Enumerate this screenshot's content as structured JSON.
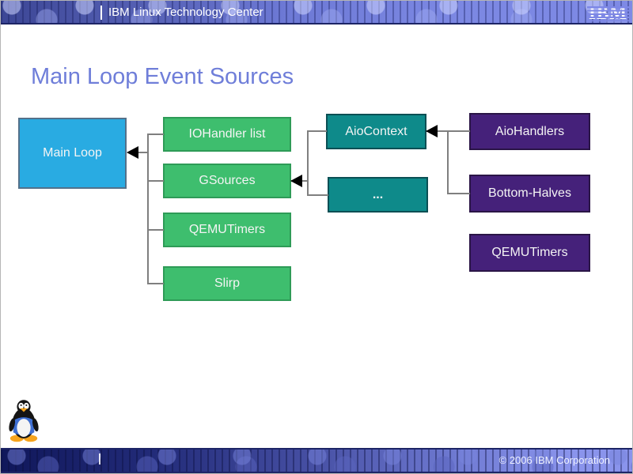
{
  "header": {
    "product": "IBM Linux Technology Center",
    "logo_text": "IBM"
  },
  "title": "Main Loop Event Sources",
  "diagram": {
    "main_loop": {
      "label": "Main Loop"
    },
    "green": [
      {
        "label": "IOHandler list"
      },
      {
        "label": "GSources"
      },
      {
        "label": "QEMUTimers"
      },
      {
        "label": "Slirp"
      }
    ],
    "teal": [
      {
        "label": "AioContext"
      },
      {
        "label": "..."
      }
    ],
    "purple": [
      {
        "label": "AioHandlers"
      },
      {
        "label": "Bottom-Halves"
      },
      {
        "label": "QEMUTimers"
      }
    ],
    "colors": {
      "main_loop_fill": "#29abe2",
      "green_fill": "#3ebe6e",
      "teal_fill": "#0e8a8a",
      "purple_fill": "#45217a",
      "connector": "#7f7f7f",
      "title_text": "#6f7ed9",
      "banner_light": "#7e8ae5",
      "banner_dark": "#10175a"
    }
  },
  "footer": {
    "copyright": "© 2006 IBM Corporation"
  }
}
